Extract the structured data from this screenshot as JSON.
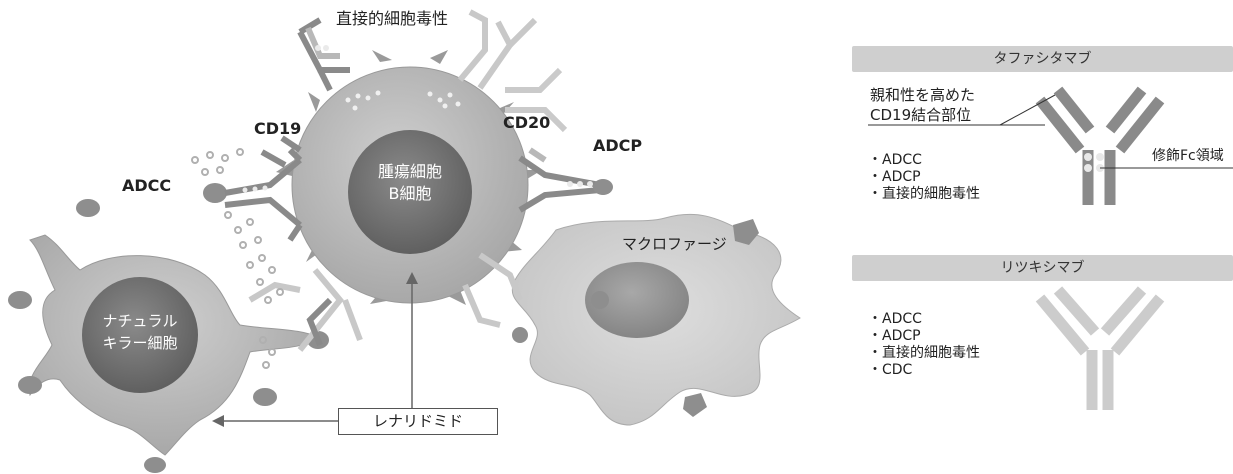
{
  "diagram": {
    "labels": {
      "direct_cytotoxicity": "直接的細胞毒性",
      "cd19": "CD19",
      "cd20": "CD20",
      "adcc": "ADCC",
      "adcp": "ADCP",
      "tumor_cell_line1": "腫瘍細胞",
      "tumor_cell_line2": "B細胞",
      "nk_line1": "ナチュラル",
      "nk_line2": "キラー細胞",
      "macrophage": "マクロファージ",
      "lenalidomide": "レナリドミド"
    }
  },
  "tafasitamab": {
    "title": "タファシタマブ",
    "annotation_line1": "親和性を高めた",
    "annotation_line2": "CD19結合部位",
    "fc_label": "修飾Fc領域",
    "mechanisms": [
      "・ADCC",
      "・ADCP",
      "・直接的細胞毒性"
    ]
  },
  "rituximab": {
    "title": "リツキシマブ",
    "mechanisms": [
      "・ADCC",
      "・ADCP",
      "・直接的細胞毒性",
      "・CDC"
    ]
  },
  "colors": {
    "cell_gray": "#b0b0b0",
    "nucleus": "#777777",
    "antibody_dark": "#888888",
    "antibody_light": "#c8c8c8",
    "panel_bar": "#cfcfcf"
  }
}
